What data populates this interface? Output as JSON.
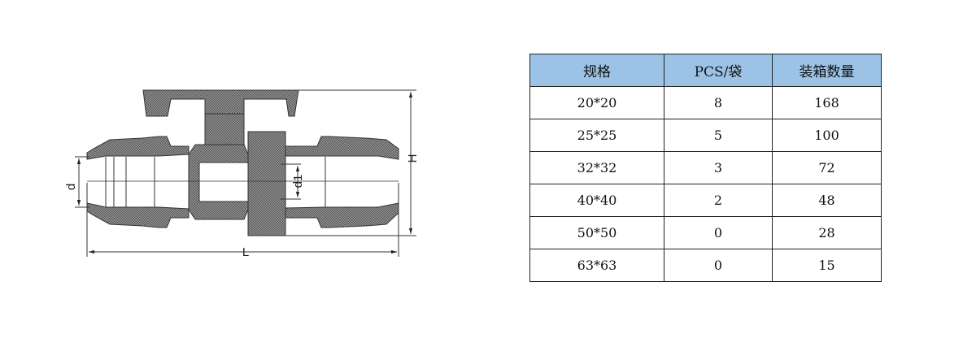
{
  "drawing": {
    "labels": {
      "d": "d",
      "d1": "d1",
      "H": "H",
      "L": "L"
    }
  },
  "table": {
    "headers": [
      "规格",
      "PCS/袋",
      "装箱数量"
    ],
    "rows": [
      [
        "20*20",
        "8",
        "168"
      ],
      [
        "25*25",
        "5",
        "100"
      ],
      [
        "32*32",
        "3",
        "72"
      ],
      [
        "40*40",
        "2",
        "48"
      ],
      [
        "50*50",
        "0",
        "28"
      ],
      [
        "63*63",
        "0",
        "15"
      ]
    ],
    "header_color": "#9cc3e6"
  }
}
